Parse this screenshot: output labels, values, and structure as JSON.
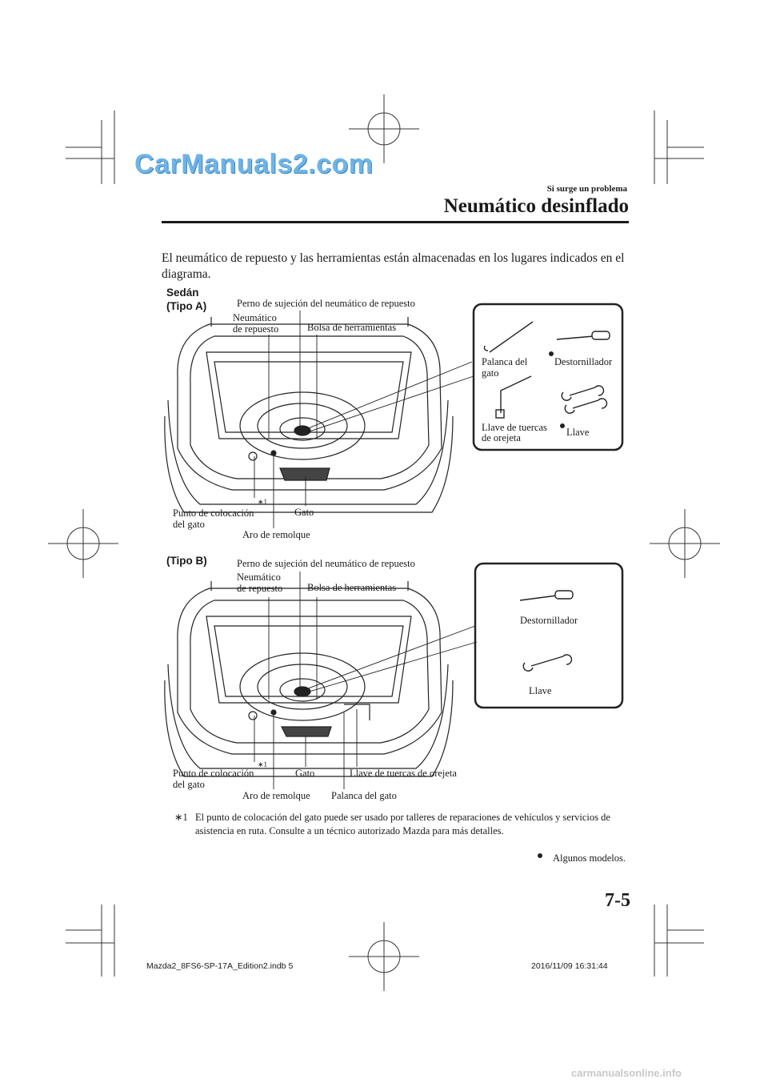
{
  "watermark": "CarManuals2.com",
  "header": {
    "section": "Si surge un problema",
    "title": "Neumático desinflado"
  },
  "intro": "El neumático de repuesto y las herramientas están almacenadas en los lugares indicados en el diagrama.",
  "type_a": {
    "heading_line1": "Sedán",
    "heading_line2": "(Tipo A)",
    "labels": {
      "perno": "Perno de sujeción del neumático de repuesto",
      "neumatico_line1": "Neumático",
      "neumatico_line2": "de repuesto",
      "bolsa": "Bolsa de herramientas",
      "punto_line1": "Punto de colocación",
      "punto_line2": "del gato",
      "footnote_ref": "∗1",
      "gato": "Gato",
      "aro": "Aro de remolque"
    },
    "tools": {
      "palanca_line1": "Palanca del",
      "palanca_line2": "gato",
      "destornillador": "Destornillador",
      "llave_tuercas_line1": "Llave de tuercas",
      "llave_tuercas_line2": "de orejeta",
      "llave": "Llave"
    }
  },
  "type_b": {
    "heading": "(Tipo B)",
    "labels": {
      "perno": "Perno de sujeción del neumático de repuesto",
      "neumatico_line1": "Neumático",
      "neumatico_line2": "de repuesto",
      "bolsa": "Bolsa de herramientas",
      "punto_line1": "Punto de colocación",
      "punto_line2": "del gato",
      "footnote_ref": "∗1",
      "gato": "Gato",
      "llave_tuercas": "Llave de tuercas de orejeta",
      "aro": "Aro de remolque",
      "palanca": "Palanca del gato"
    },
    "tools": {
      "destornillador": "Destornillador",
      "llave": "Llave"
    }
  },
  "footnote": {
    "mark": "∗1",
    "text": "El punto de colocación del gato puede ser usado por talleres de reparaciones de vehículos y servicios de asistencia en ruta. Consulte a un técnico autorizado Mazda para más detalles."
  },
  "some_models": "Algunos modelos.",
  "page_number": "7-5",
  "print_info": {
    "file": "Mazda2_8FS6-SP-17A_Edition2.indb   5",
    "date": "2016/11/09   16:31:44"
  },
  "source_watermark": "carmanualsonline.info",
  "colors": {
    "ink": "#1a1a1a",
    "watermark": "#6fb4e6",
    "source": "#c8c8c8"
  }
}
